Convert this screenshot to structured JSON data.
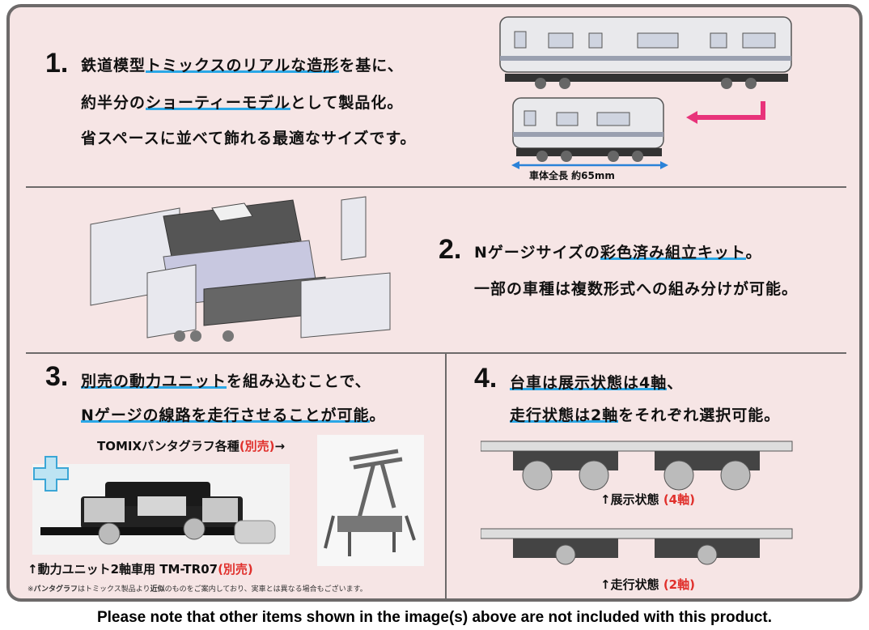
{
  "section1": {
    "number": "1.",
    "lines": [
      {
        "pre": "鉄道模型",
        "hl": "トミックスのリアルな造形",
        "post": "を基に、"
      },
      {
        "pre": "約半分の",
        "hl": "ショーティーモデル",
        "post": "として製品化。"
      },
      {
        "pre": "省スペースに並べて飾れる最適なサイズです。",
        "hl": "",
        "post": ""
      }
    ],
    "length_label": "車体全長 約65mm"
  },
  "section2": {
    "number": "2.",
    "lines": [
      {
        "pre": "Nゲージサイズの",
        "hl": "彩色済み組立キット",
        "post": "。"
      },
      {
        "pre": "一部の車種は複数形式への組み分けが可能。",
        "hl": "",
        "post": ""
      }
    ]
  },
  "section3": {
    "number": "3.",
    "lines": [
      {
        "pre": "",
        "hl": "別売の動力ユニット",
        "post": "を組み込むことで、"
      },
      {
        "pre": "",
        "hl": "Nゲージの線路を走行させることが可能",
        "post": "。"
      }
    ],
    "pantograph_label": "TOMIXパンタグラフ各種",
    "pantograph_sold": "(別売)",
    "pantograph_arrow": "→",
    "unit_label": "↑動力ユニット2軸車用 TM-TR07",
    "unit_sold": "(別売)",
    "note_bold1": "パンタグラフ",
    "note_text1": "はトミックス製品より",
    "note_bold2": "近似",
    "note_text2": "のものをご案内しており、実車とは異なる場合もございます。",
    "note_prefix": "※"
  },
  "section4": {
    "number": "4.",
    "lines": [
      {
        "pre": "",
        "hl": "台車は展示状態は4軸",
        "post": "、"
      },
      {
        "pre": "",
        "hl": "走行状態は2軸",
        "post": "をそれぞれ選択可能。"
      }
    ],
    "display_label": "↑展示状態",
    "display_axles": "(4軸)",
    "running_label": "↑走行状態",
    "running_axles": "(2軸)"
  },
  "footer": "Please note that other items shown in the image(s) above are not included with this product.",
  "colors": {
    "background": "#f6e5e5",
    "highlight": "#2aa7e6",
    "number_bar": "#f6d21c",
    "red": "#e0302c",
    "arrow": "#e8337a"
  }
}
